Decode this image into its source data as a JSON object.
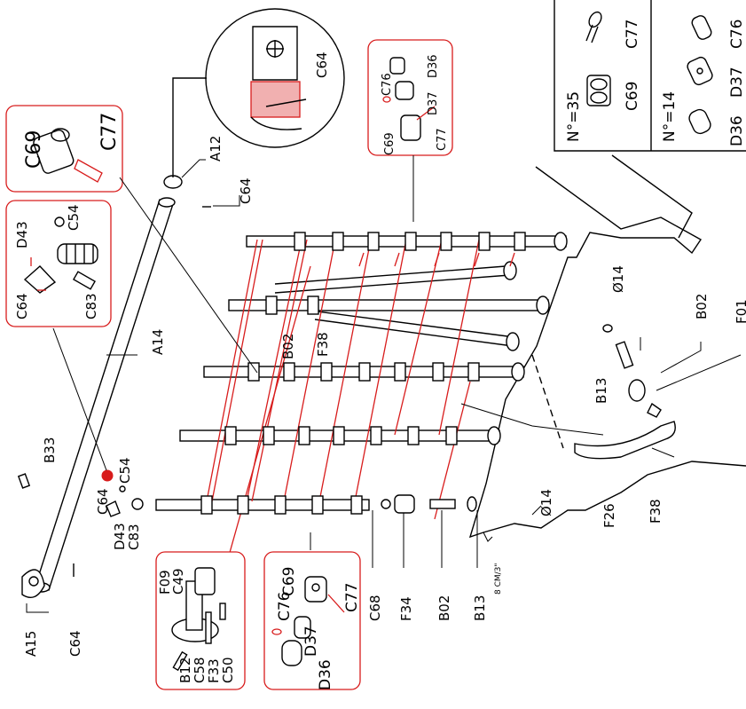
{
  "labels": {
    "C64": "C64",
    "C69": "C69",
    "C77": "C77",
    "C76": "C76",
    "D36": "D36",
    "D37": "D37",
    "D43": "D43",
    "C54": "C54",
    "C83": "C83",
    "A12": "A12",
    "A14": "A14",
    "A15": "A15",
    "B33": "B33",
    "B02": "B02",
    "F38": "F38",
    "F01": "F01",
    "B13": "B13",
    "O14": "Ø14",
    "F26": "F26",
    "F34": "F34",
    "C68": "C68",
    "F09": "F09",
    "C49": "C49",
    "B12": "B12",
    "C58": "C58",
    "F33": "F33",
    "C50": "C50"
  },
  "quantity_box": {
    "qty_c69_c77": "N°=35",
    "qty_d36_d37_c76": "N°=14"
  },
  "spacing_note": "8 CM/3\""
}
